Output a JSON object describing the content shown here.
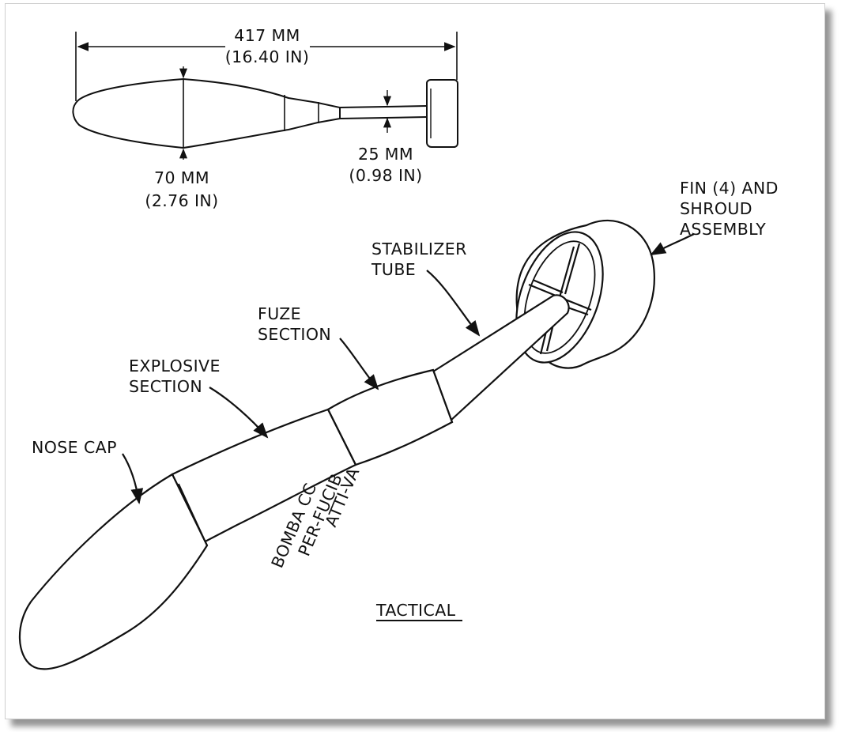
{
  "dimensions": {
    "overall_length_mm": "417 MM",
    "overall_length_in": "(16.40 IN)",
    "body_diameter_mm": "70 MM",
    "body_diameter_in": "(2.76 IN)",
    "tube_diameter_mm": "25 MM",
    "tube_diameter_in": "(0.98 IN)"
  },
  "callouts": {
    "fin_shroud_line1": "FIN (4) AND",
    "fin_shroud_line2": "SHROUD",
    "fin_shroud_line3": "ASSEMBLY",
    "stabilizer_tube_line1": "STABILIZER",
    "stabilizer_tube_line2": "TUBE",
    "fuze_section_line1": "FUZE",
    "fuze_section_line2": "SECTION",
    "explosive_section_line1": "EXPLOSIVE",
    "explosive_section_line2": "SECTION",
    "nose_cap": "NOSE CAP"
  },
  "body_markings": {
    "line1": "BOMBA CC",
    "line2": "PER-FUCIB",
    "line3": "ATTI-VA"
  },
  "caption": "TACTICAL"
}
